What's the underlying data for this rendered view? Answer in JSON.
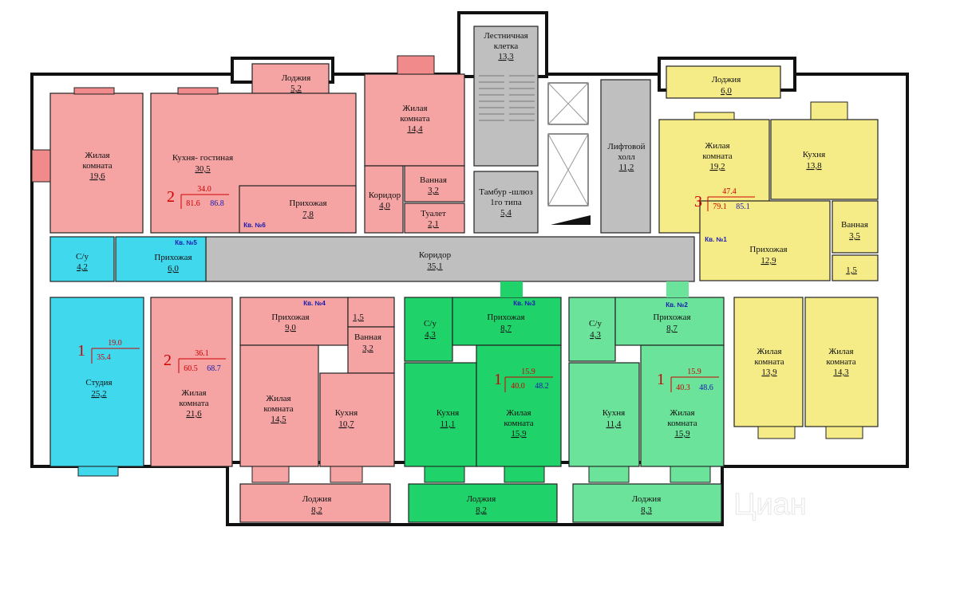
{
  "colors": {
    "pink": "#f5a3a3",
    "pink_dark": "#f18b8b",
    "cyan": "#3fd8ec",
    "green": "#1fd36a",
    "green_light": "#6be39a",
    "yellow": "#f5ec87",
    "gray": "#bfbfbf",
    "legend_red": "#d00000",
    "legend_blue": "#1a1ab0"
  },
  "rooms": {
    "loggia_top_left": {
      "name": "Лоджия",
      "area": "5,2"
    },
    "living_19_6": {
      "name1": "Жилая",
      "name2": "комната",
      "area": "19,6"
    },
    "kitchen_living": {
      "name": "Кухня- гостиная",
      "area": "30,5"
    },
    "hall_7_8": {
      "name": "Прихожая",
      "area": "7,8"
    },
    "living_14_4": {
      "name1": "Жилая",
      "name2": "комната",
      "area": "14,4"
    },
    "corridor_4_0": {
      "name": "Коридор",
      "area": "4,0"
    },
    "bath_3_2_top": {
      "name": "Ванная",
      "area": "3,2"
    },
    "toilet_2_1": {
      "name": "Туалет",
      "area": "2,1"
    },
    "stairwell": {
      "name1": "Лестничная",
      "name2": "клетка",
      "area": "13,3"
    },
    "airlock": {
      "name1": "Тамбур -шлюз",
      "name2": "1го типа",
      "area": "5,4"
    },
    "elevator_hall": {
      "name1": "Лифтовой",
      "name2": "холл",
      "area": "11,2"
    },
    "loggia_6_0": {
      "name": "Лоджия",
      "area": "6,0"
    },
    "living_19_2": {
      "name1": "Жилая",
      "name2": "комната",
      "area": "19,2"
    },
    "kitchen_13_8": {
      "name": "Кухня",
      "area": "13,8"
    },
    "bath_3_5": {
      "name": "Ванная",
      "area": "3,5"
    },
    "hall_12_9": {
      "name": "Прихожая",
      "area": "12,9"
    },
    "small_1_5_right": {
      "area": "1,5"
    },
    "wc_4_2": {
      "name": "С/у",
      "area": "4,2"
    },
    "hall_6_0": {
      "name": "Прихожая",
      "area": "6,0"
    },
    "main_corridor": {
      "name": "Коридор",
      "area": "35,1"
    },
    "studio": {
      "name": "Студия",
      "area": "25,2"
    },
    "living_21_6": {
      "name1": "Жилая",
      "name2": "комната",
      "area": "21,6"
    },
    "hall_9_0": {
      "name": "Прихожая",
      "area": "9,0"
    },
    "small_1_5_left": {
      "area": "1,5"
    },
    "bath_3_2_bottom": {
      "name": "Ванная",
      "area": "3,2"
    },
    "living_14_5": {
      "name1": "Жилая",
      "name2": "комната",
      "area": "14,5"
    },
    "kitchen_10_7": {
      "name": "Кухня",
      "area": "10,7"
    },
    "loggia_8_2_left": {
      "name": "Лоджия",
      "area": "8,2"
    },
    "wc_4_3_kv3": {
      "name": "С/у",
      "area": "4,3"
    },
    "hall_8_7_kv3": {
      "name": "Прихожая",
      "area": "8,7"
    },
    "kitchen_11_1": {
      "name": "Кухня",
      "area": "11,1"
    },
    "living_15_9_kv3": {
      "name1": "Жилая",
      "name2": "комната",
      "area": "15,9"
    },
    "loggia_8_2_mid": {
      "name": "Лоджия",
      "area": "8,2"
    },
    "wc_4_3_kv2": {
      "name": "С/у",
      "area": "4,3"
    },
    "hall_8_7_kv2": {
      "name": "Прихожая",
      "area": "8,7"
    },
    "kitchen_11_4": {
      "name": "Кухня",
      "area": "11,4"
    },
    "living_15_9_kv2": {
      "name1": "Жилая",
      "name2": "комната",
      "area": "15,9"
    },
    "loggia_8_3": {
      "name": "Лоджия",
      "area": "8,3"
    },
    "living_13_9": {
      "name1": "Жилая",
      "name2": "комната",
      "area": "13,9"
    },
    "living_14_3": {
      "name1": "Жилая",
      "name2": "комната",
      "area": "14,3"
    }
  },
  "apartments": {
    "kv6": {
      "label": "Кв. №6",
      "rooms": "2",
      "living": "34.0",
      "total_a": "81.6",
      "total_b": "86.8"
    },
    "kv5": {
      "label": "Кв. №5",
      "rooms": "1",
      "living": "19.0",
      "total_a": "35.4"
    },
    "kv4": {
      "label": "Кв. №4",
      "rooms": "2",
      "living": "36.1",
      "total_a": "60.5",
      "total_b": "68.7"
    },
    "kv3": {
      "label": "Кв. №3",
      "rooms": "1",
      "living": "15.9",
      "total_a": "40.0",
      "total_b": "48.2"
    },
    "kv2": {
      "label": "Кв. №2",
      "rooms": "1",
      "living": "15.9",
      "total_a": "40.3",
      "total_b": "48.6"
    },
    "kv1": {
      "label": "Кв. №1",
      "rooms": "3",
      "living": "47.4",
      "total_a": "79.1",
      "total_b": "85.1"
    }
  },
  "watermark": "Циан"
}
